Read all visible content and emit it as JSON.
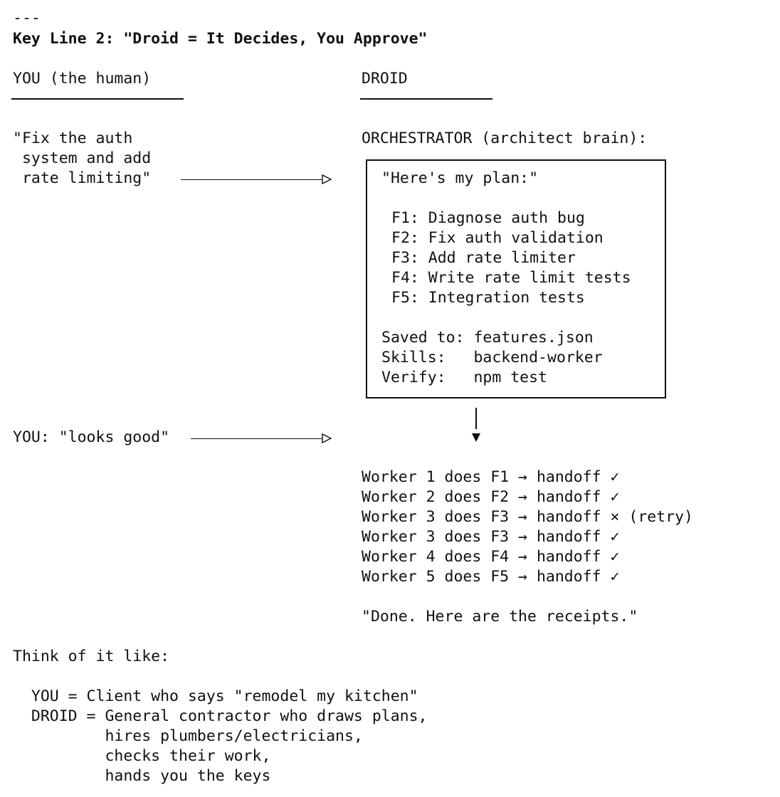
{
  "separator": "---",
  "heading": "Key Line 2: \"Droid = It Decides, You Approve\"",
  "you_column": {
    "title": "YOU (the human)",
    "request_lines": [
      "\"Fix the auth",
      " system and add",
      " rate limiting\""
    ],
    "approval": "YOU: \"looks good\""
  },
  "droid_column": {
    "title": "DROID",
    "orchestrator_label": "ORCHESTRATOR (architect brain):",
    "plan": {
      "intro": "\"Here's my plan:\"",
      "features": [
        "F1: Diagnose auth bug",
        "F2: Fix auth validation",
        "F3: Add rate limiter",
        "F4: Write rate limit tests",
        "F5: Integration tests"
      ],
      "meta": [
        "Saved to: features.json",
        "Skills:   backend-worker",
        "Verify:   npm test"
      ]
    },
    "workers": [
      "Worker 1 does F1 → handoff ✓",
      "Worker 2 does F2 → handoff ✓",
      "Worker 3 does F3 → handoff × (retry)",
      "Worker 3 does F3 → handoff ✓",
      "Worker 4 does F4 → handoff ✓",
      "Worker 5 does F5 → handoff ✓"
    ],
    "done": "\"Done. Here are the receipts.\""
  },
  "analogy": {
    "intro": "Think of it like:",
    "lines": [
      "  YOU = Client who says \"remodel my kitchen\"",
      "  DROID = General contractor who draws plans,",
      "          hires plumbers/electricians,",
      "          checks their work,",
      "          hands you the keys"
    ]
  }
}
